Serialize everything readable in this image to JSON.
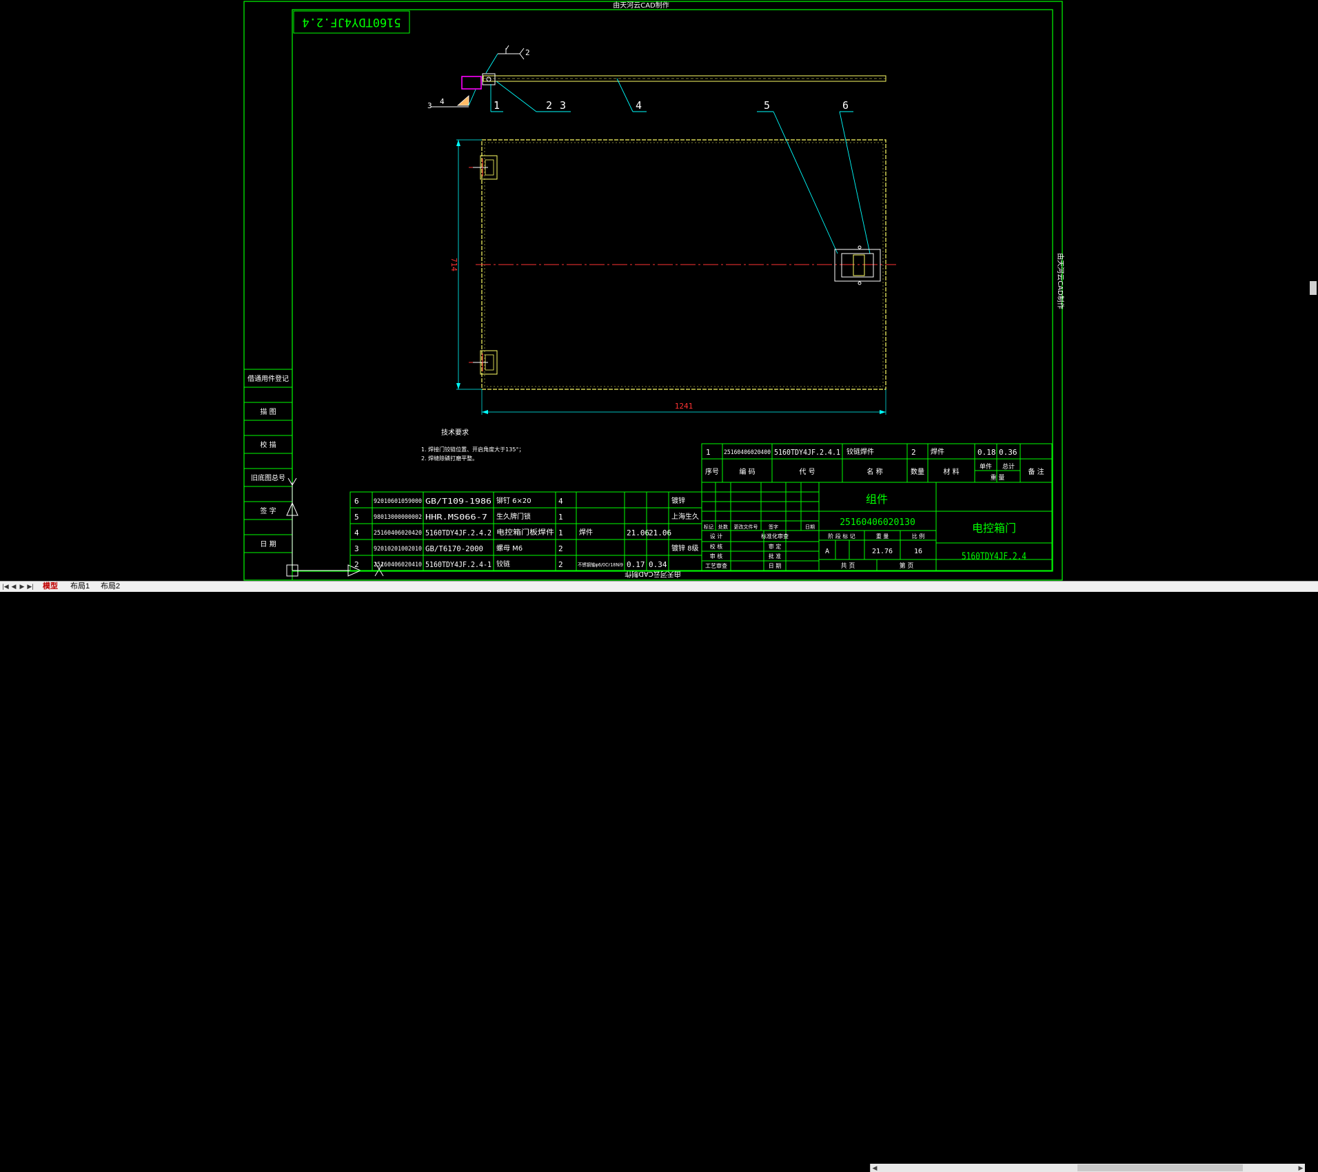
{
  "watermark": {
    "top": "由天河云CAD制作",
    "bottom": "由天河云CAD制作",
    "side": "由天河云CAD制作"
  },
  "title_stamp": "5160TDY4JF.2.4",
  "balloons": [
    "1",
    "2",
    "3",
    "4",
    "5",
    "6"
  ],
  "weld": {
    "leg": "2",
    "side_left": "3",
    "side_right": "4"
  },
  "dimensions": {
    "height": "714",
    "width": "1241"
  },
  "tech_req": {
    "title": "技术要求",
    "lines": [
      "1. 焊接门铰链位置、开启角度大于135°；",
      "2. 焊缝除磷打磨平整。"
    ]
  },
  "side_stamps": [
    "借通用件登记",
    "描 图",
    "校 描",
    "旧底图总号",
    "签 字",
    "日 期"
  ],
  "bom_top_row": [
    "1",
    "25160406020400",
    "5160TDY4JF.2.4.1",
    "铰链焊件",
    "2",
    "焊件",
    "0.18",
    "0.36",
    ""
  ],
  "bom_header": [
    "序号",
    "编  码",
    "代  号",
    "名  称",
    "数量",
    "材  料",
    "单件",
    "总计",
    "备  注"
  ],
  "bom_header_sub": "重  量",
  "bom_rows": [
    [
      "6",
      "92010601059000",
      "GB/T109-1986",
      "铆钉 6×20",
      "4",
      "",
      "",
      "",
      "镀锌"
    ],
    [
      "5",
      "98013000000002",
      "HHR.MS066-7",
      "生久牌门锁",
      "1",
      "",
      "",
      "",
      "上海生久"
    ],
    [
      "4",
      "25160406020420",
      "5160TDY4JF.2.4.2",
      "电控箱门板焊件",
      "1",
      "焊件",
      "21.06",
      "21.06",
      ""
    ],
    [
      "3",
      "92010201002010",
      "GB/T6170-2000",
      "螺母 M6",
      "2",
      "",
      "",
      "",
      "镀锌 8级"
    ],
    [
      "2",
      "25160406020410",
      "5160TDY4JF.2.4-1",
      "铰链",
      "2",
      "不锈钢轴φ6/0Cr18Ni9",
      "0.17",
      "0.34",
      ""
    ]
  ],
  "title_block": {
    "part_type": "组件",
    "part_code": "25160406020130",
    "part_name": "电控箱门",
    "drawing_no": "5160TDY4JF.2.4",
    "revision_headers": [
      "标记",
      "处数",
      "更改文件号",
      "签字",
      "日期"
    ],
    "role_labels": [
      "设 计",
      "校 核",
      "审 核",
      "工艺审查"
    ],
    "role_labels_right": [
      "标准化审查",
      "审 定",
      "批 准",
      "日 期"
    ],
    "stage_headers": [
      "阶  段  标  记",
      "重  量",
      "比  例"
    ],
    "stage_mark": "A",
    "weight": "21.76",
    "scale": "16",
    "sheet_footer": [
      "共    页",
      "第    页"
    ]
  },
  "tabs": [
    "模型",
    "布局1",
    "布局2"
  ],
  "colors": {
    "frame": "#00ff00",
    "detail": "#ffff66",
    "dimension": "#ff3333",
    "leader": "#00ffff",
    "accent": "#ff00ff",
    "bg": "#000000"
  }
}
